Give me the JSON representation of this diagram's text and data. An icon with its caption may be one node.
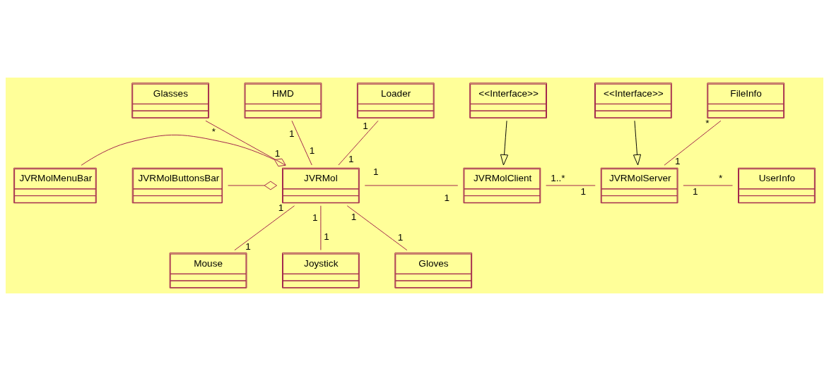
{
  "diagram": {
    "nodes": [
      {
        "text": [
          "Glasses"
        ]
      },
      {
        "text": [
          "HMD"
        ]
      },
      {
        "text": [
          "Loader"
        ]
      },
      {
        "text": [
          "<<Interface>>"
        ]
      },
      {
        "text": [
          "<<Interface>>"
        ]
      },
      {
        "text": [
          "JVRMolMenuBar"
        ]
      },
      {
        "text": [
          "FileInfo"
        ]
      },
      {
        "text": [
          "JVRMol"
        ]
      },
      {
        "text": [
          "JVRMolClient"
        ]
      },
      {
        "text": [
          "JVRMolServer"
        ]
      },
      {
        "text": [
          "JVRMolButtonsBar"
        ]
      },
      {
        "text": [
          "UserInfo"
        ]
      },
      {
        "text": [
          "Mouse"
        ]
      },
      {
        "text": [
          "Joystick"
        ]
      },
      {
        "text": [
          "Gloves"
        ]
      }
    ],
    "edges": [
      {
        "from": 0,
        "to": 7,
        "arrow": "none"
      },
      {
        "from": 1,
        "to": 7,
        "arrow": "none"
      },
      {
        "from": 2,
        "to": 7,
        "arrow": "none"
      },
      {
        "from": 3,
        "to": 8,
        "arrow": "to",
        "color": "#000000"
      },
      {
        "from": 4,
        "to": 9,
        "arrow": "to",
        "color": "#000000"
      },
      {
        "from": 5,
        "to": 7,
        "arrow": "other"
      },
      {
        "from": 10,
        "to": 7,
        "arrow": "other"
      },
      {
        "from": 7,
        "to": 8,
        "arrow": "none"
      },
      {
        "from": 8,
        "to": 9,
        "arrow": "none"
      },
      {
        "from": 9,
        "to": 6,
        "arrow": "none"
      },
      {
        "from": 9,
        "to": 11,
        "arrow": "none"
      },
      {
        "from": 7,
        "to": 12,
        "arrow": "none"
      },
      {
        "from": 7,
        "to": 13,
        "arrow": "none"
      },
      {
        "from": 7,
        "to": 14,
        "arrow": "none"
      }
    ],
    "labels": [
      "*",
      "1",
      "1",
      "1",
      "1",
      "1",
      "1",
      "*",
      "1",
      "1..*",
      "1",
      "1",
      "1",
      "1",
      "1",
      "1",
      "*",
      "1",
      "1",
      "1"
    ]
  }
}
